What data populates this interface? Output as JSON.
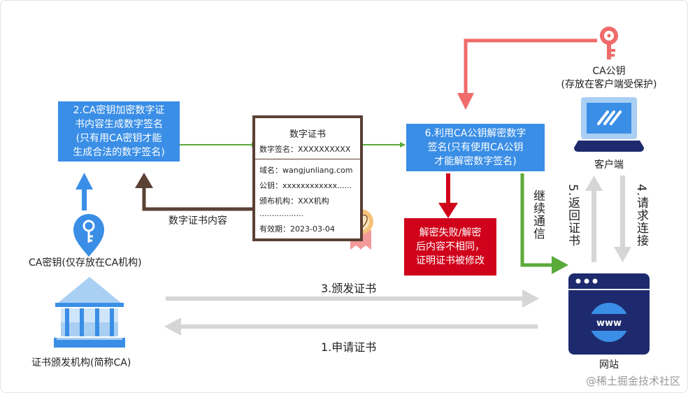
{
  "step2_box": "2.CA密钥加密数字证\n书内容生成数字签名\n(只有用CA密钥才能\n生成合法的数字签名)",
  "step6_box": "6.利用CA公钥解密数字\n签名(只有使用CA公钥\n才能解密数字签名)",
  "fail_box": "解密失败/解密\n后内容不相同，\n证明证书被修改",
  "certificate": {
    "title": "数字证书",
    "signature": "数字签名：XXXXXXXXXX",
    "domain": "域名：wangjunliang.com",
    "public_key": "公钥：xxxxxxxxxxxx......",
    "issuer": "颁布机构：XXX机构",
    "dots": "..................",
    "expiry": "有效期：2023-03-04"
  },
  "labels": {
    "cert_content": "数字证书内容",
    "ca_private_key": "CA密钥(仅存放在CA机构)",
    "ca_authority": "证书颁发机构(简称CA)",
    "ca_public_key": "CA公钥\n(存放在客户端受保护)",
    "client": "客户端",
    "website": "网站",
    "step3": "3.颁发证书",
    "step1": "1.申请证书",
    "step5": "5.返回证书",
    "step4": "4.请求连接",
    "continue": "继续通信",
    "website_badge": "www"
  },
  "watermark": "@稀土掘金技术社区",
  "colors": {
    "blue": "#3a8ee6",
    "red": "#d0021b",
    "brown": "#5b4034",
    "green": "#5aaa3a",
    "salmon": "#f06b6b",
    "gray_arrow": "#d6d6d6",
    "navy": "#1e2a6e"
  },
  "icons": {
    "private_key": "key-pin-icon",
    "public_key": "key-icon",
    "authority": "bank-building-icon",
    "client": "laptop-icon",
    "website": "browser-window-icon",
    "seal": "award-seal-icon"
  }
}
